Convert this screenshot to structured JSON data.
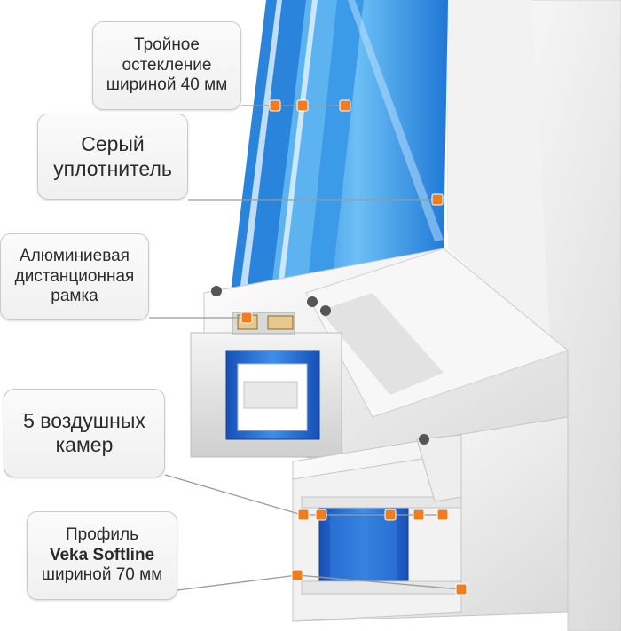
{
  "callouts": {
    "glazing": {
      "lines": [
        "Тройное",
        "остекление",
        "шириной 40 мм"
      ]
    },
    "seal": {
      "lines": [
        "Серый",
        "уплотнитель"
      ]
    },
    "spacer": {
      "lines": [
        "Алюминиевая",
        "дистанционная",
        "рамка"
      ]
    },
    "chambers": {
      "lines": [
        "5 воздушных",
        "камер"
      ]
    },
    "profile": {
      "line1": "Профиль",
      "brand": "Veka Softline",
      "line3": "шириной 70 мм"
    }
  },
  "colors": {
    "marker": "#f07c1e",
    "glass": "#2f8fe0",
    "pvc": "#ececec",
    "steel": "#1e62c8",
    "callout_border": "#c9c9c9"
  }
}
